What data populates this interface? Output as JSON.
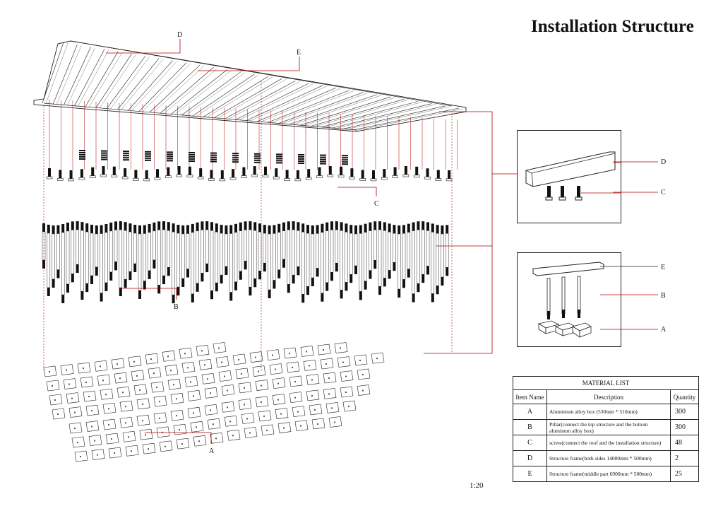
{
  "title": "Installation Structure",
  "scale": "1:20",
  "labels": {
    "A": "A",
    "B": "B",
    "C": "C",
    "D": "D",
    "E": "E"
  },
  "colors": {
    "leader": "#b00000",
    "line": "#222222",
    "dark": "#111111"
  },
  "material_list": {
    "title": "MATERIAL LIST",
    "headers": [
      "Item Name",
      "Description",
      "Quantity"
    ],
    "rows": [
      {
        "item": "A",
        "description": "Aluminium alloy box (530mm * 510mm)",
        "quantity": "300"
      },
      {
        "item": "B",
        "description": "Pillar(connect the top structure and the bottom aluminum alloy box)",
        "quantity": "300"
      },
      {
        "item": "C",
        "description": "screw(connect the roof and the installation structure)",
        "quantity": "48"
      },
      {
        "item": "D",
        "description": "Structure frame(both sides 14000mm * 500mm)",
        "quantity": "2"
      },
      {
        "item": "E",
        "description": "Structure frame(middle part 6900mm * 500mm)",
        "quantity": "25"
      }
    ]
  }
}
